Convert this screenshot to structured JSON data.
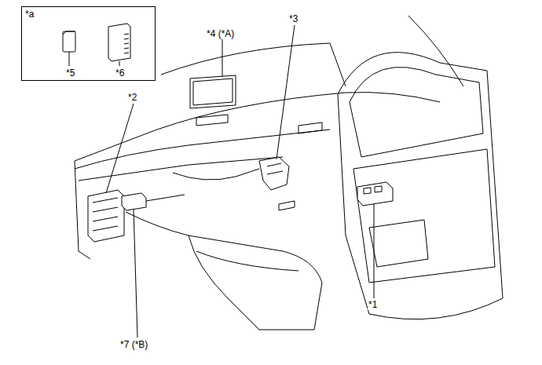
{
  "diagram": {
    "nodes": [
      {
        "text": [
          "*a",
          "*5",
          "*6"
        ]
      }
    ],
    "labels": [
      "*4 (*A)",
      "*3",
      "*2",
      "*7 (*B)",
      "*1"
    ]
  }
}
